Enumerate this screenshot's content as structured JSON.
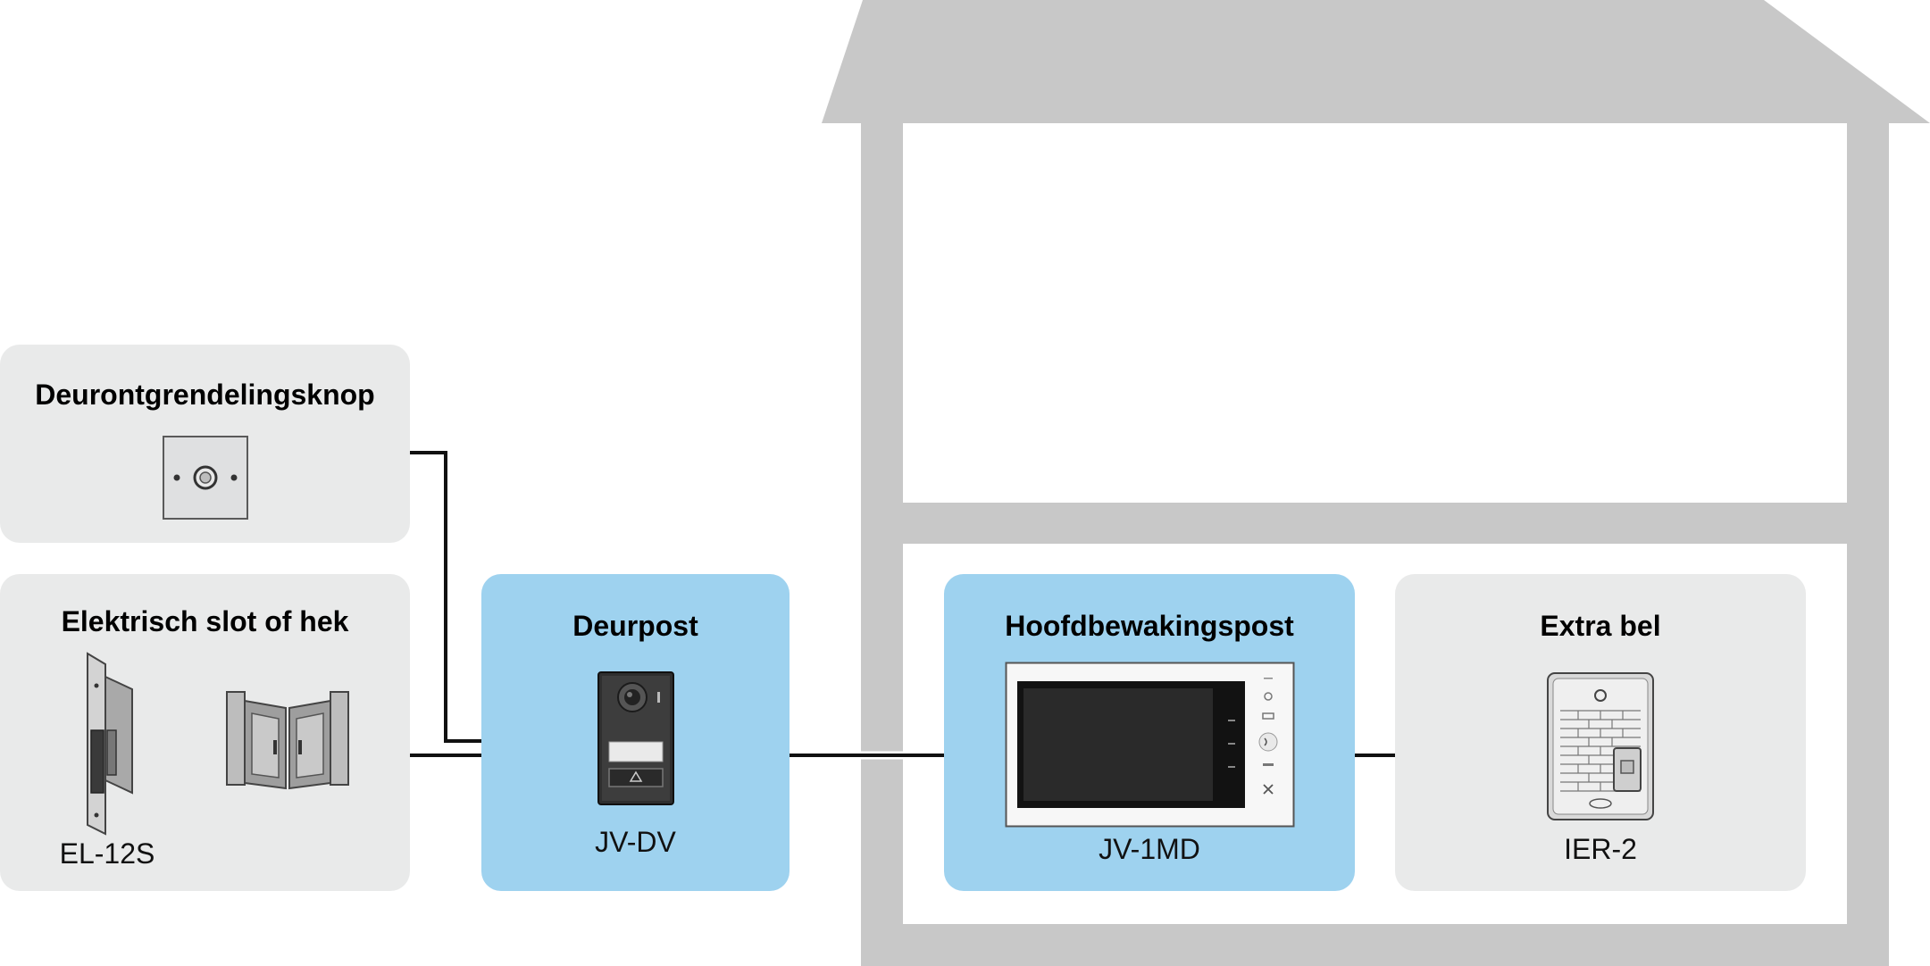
{
  "colors": {
    "house": "#c8c8c8",
    "grey_panel": "#e9eaea",
    "blue_panel": "#9ed2ef",
    "wire": "#111111"
  },
  "panels": {
    "release_button": {
      "title": "Deurontgrendelingsknop",
      "icon": "push-button-icon"
    },
    "electric_lock": {
      "title": "Elektrisch slot of hek",
      "model": "EL-12S",
      "icons": [
        "electric-strike-icon",
        "gate-icon"
      ]
    },
    "door_station": {
      "title": "Deurpost",
      "model": "JV-DV",
      "icon": "door-station-icon"
    },
    "master_station": {
      "title": "Hoofdbewakingspost",
      "model": "JV-1MD",
      "icon": "video-monitor-icon"
    },
    "extra_chime": {
      "title": "Extra bel",
      "model": "IER-2",
      "icon": "chime-speaker-icon"
    }
  }
}
